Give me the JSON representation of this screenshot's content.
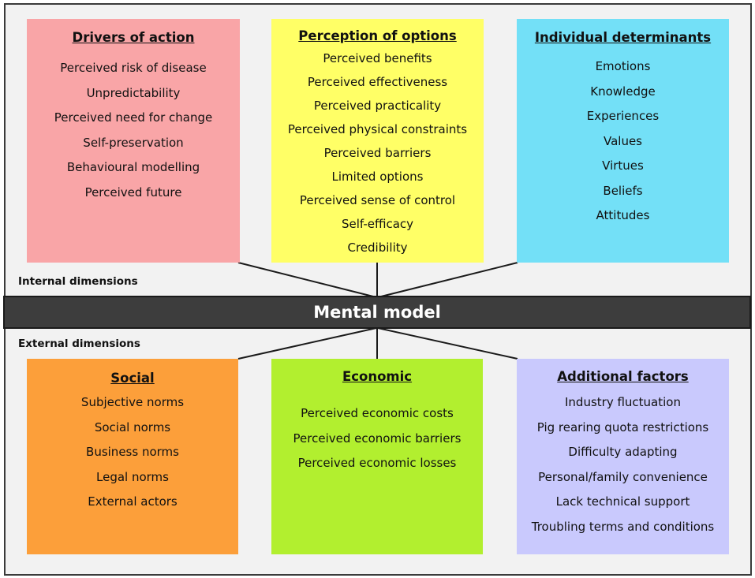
{
  "central": "Mental model",
  "internal_label": "Internal dimensions",
  "external_label": "External dimensions",
  "boxes": {
    "drivers": {
      "title": "Drivers of action",
      "color": "#f9a5a7",
      "items": [
        "Perceived risk of disease",
        "Unpredictability",
        "Perceived need for change",
        "Self-preservation",
        "Behavioural modelling",
        "Perceived future"
      ]
    },
    "perception": {
      "title": "Perception of options",
      "color": "#ffff66",
      "items": [
        "Perceived benefits",
        "Perceived effectiveness",
        "Perceived practicality",
        "Perceived physical constraints",
        "Perceived barriers",
        "Limited options",
        "Perceived sense of control",
        "Self-efficacy",
        "Credibility"
      ]
    },
    "individual": {
      "title": "Individual determinants",
      "color": "#73e0f7",
      "items": [
        "Emotions",
        "Knowledge",
        "Experiences",
        "Values",
        "Virtues",
        "Beliefs",
        "Attitudes"
      ]
    },
    "social": {
      "title": "Social",
      "color": "#fc9f3a",
      "items": [
        "Subjective norms",
        "Social norms",
        "Business norms",
        "Legal norms",
        "External actors"
      ]
    },
    "economic": {
      "title": "Economic",
      "color": "#b2ef2f",
      "items": [
        "Perceived economic costs",
        "Perceived economic barriers",
        "Perceived economic losses"
      ]
    },
    "additional": {
      "title": "Additional factors",
      "color": "#c9c9fd",
      "items": [
        "Industry fluctuation",
        "Pig rearing quota restrictions",
        "Difficulty adapting",
        "Personal/family convenience",
        "Lack technical support",
        "Troubling terms and conditions"
      ]
    }
  }
}
